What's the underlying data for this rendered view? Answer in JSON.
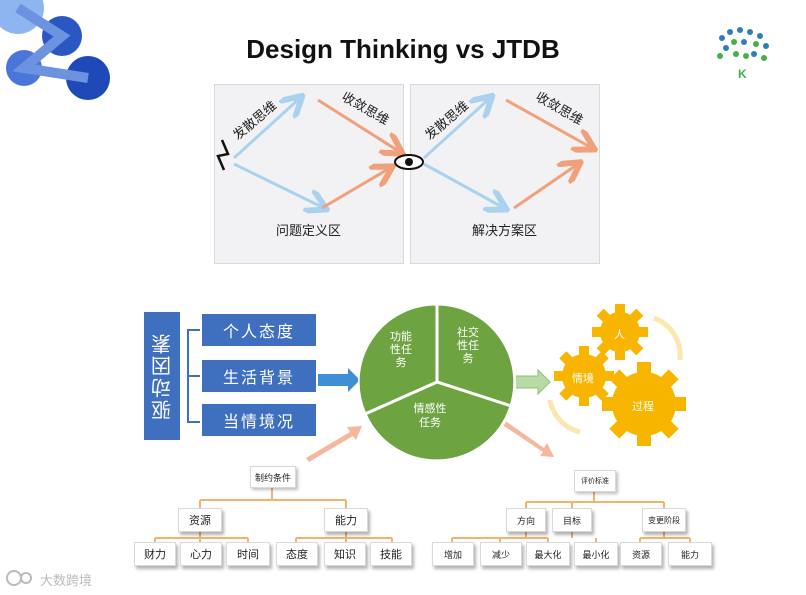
{
  "title": "Design Thinking vs JTDB",
  "diamond": {
    "left_top": "发散思维",
    "left_top2": "收敛思维",
    "right_top": "发散思维",
    "right_top2": "收敛思维",
    "left_zone": "问题定义区",
    "right_zone": "解决方案区"
  },
  "drivers": {
    "main": "驱动因素",
    "items": [
      "个人态度",
      "生活背景",
      "当情境况"
    ]
  },
  "pie": {
    "segments": [
      {
        "label": "功能性任务"
      },
      {
        "label": "社交性任务"
      },
      {
        "label": "情感性任务"
      }
    ]
  },
  "gears": [
    "人",
    "情境",
    "过程"
  ],
  "left_tree": {
    "root": "制约条件",
    "branches": [
      "资源",
      "能力"
    ],
    "leaves": [
      "财力",
      "心力",
      "时间",
      "态度",
      "知识",
      "技能"
    ]
  },
  "right_tree": {
    "root": "评价标准",
    "branches": [
      "方向",
      "目标",
      "变更阶段"
    ],
    "leaves": [
      "增加",
      "减少",
      "最大化",
      "最小化",
      "资源",
      "能力"
    ]
  },
  "watermark": "大数跨境",
  "colors": {
    "blue": "#3f6fbf",
    "green": "#6ea341",
    "gold": "#f7b500",
    "orange": "#f0a07a",
    "lightblue": "#a9d2ee"
  }
}
